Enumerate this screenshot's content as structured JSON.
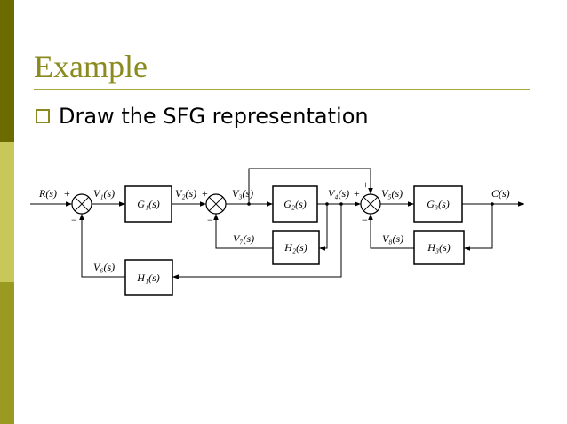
{
  "slide": {
    "title": "Example",
    "bullet": "Draw the SFG representation"
  },
  "diagram": {
    "input": "R(s)",
    "output": "C(s)",
    "blocks": {
      "g1": "G₁(s)",
      "g2": "G₂(s)",
      "g3": "G₃(s)",
      "h1": "H₁(s)",
      "h2": "H₂(s)",
      "h3": "H₃(s)"
    },
    "signals": {
      "v1": "V₁(s)",
      "v2": "V₂(s)",
      "v3": "V₃(s)",
      "v4": "V₄(s)",
      "v5": "V₅(s)",
      "v6": "V₆(s)",
      "v7": "V₇(s)",
      "v8": "V₈(s)"
    },
    "signs": {
      "plus": "+",
      "minus": "−"
    }
  },
  "colors": {
    "title": "#8a8a1e",
    "band_top": "#6b6b00",
    "band_mid": "#c8c85a",
    "band_bottom": "#9a9a22"
  }
}
